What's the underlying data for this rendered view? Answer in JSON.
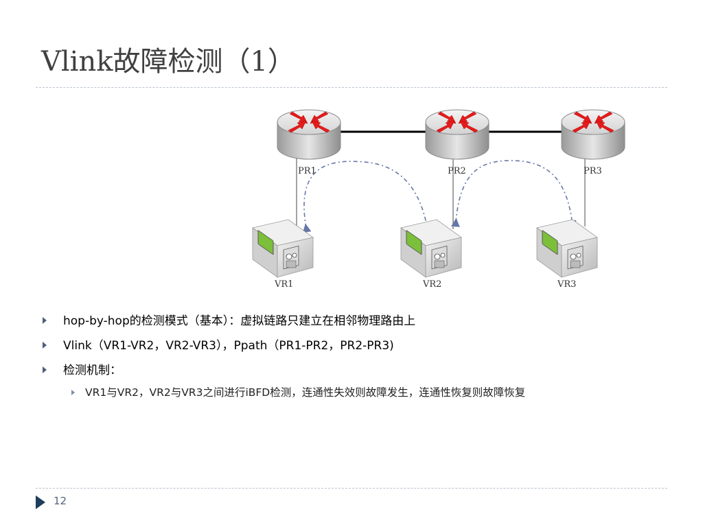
{
  "title": "Vlink故障检测（1）",
  "diagram": {
    "routers": [
      {
        "label": "PR1"
      },
      {
        "label": "PR2"
      },
      {
        "label": "PR3"
      }
    ],
    "devices": [
      {
        "label": "VR1"
      },
      {
        "label": "VR2"
      },
      {
        "label": "VR3"
      }
    ],
    "colors": {
      "router_body": "#c9c9c9",
      "router_arrow": "#e31c1c",
      "link": "#000000",
      "detect_arc": "#6677a8",
      "device_screen": "#7bbf3a"
    }
  },
  "bullets": [
    {
      "text": "hop-by-hop的检测模式（基本）：虚拟链路只建立在相邻物理路由上",
      "level": 1
    },
    {
      "text": "Vlink（VR1-VR2，VR2-VR3），Ppath（PR1-PR2，PR2-PR3)",
      "level": 1
    },
    {
      "text": "检测机制：",
      "level": 1
    },
    {
      "text": "VR1与VR2，VR2与VR3之间进行iBFD检测，连通性失效则故障发生，连通性恢复则故障恢复",
      "level": 2
    }
  ],
  "page_number": "12"
}
